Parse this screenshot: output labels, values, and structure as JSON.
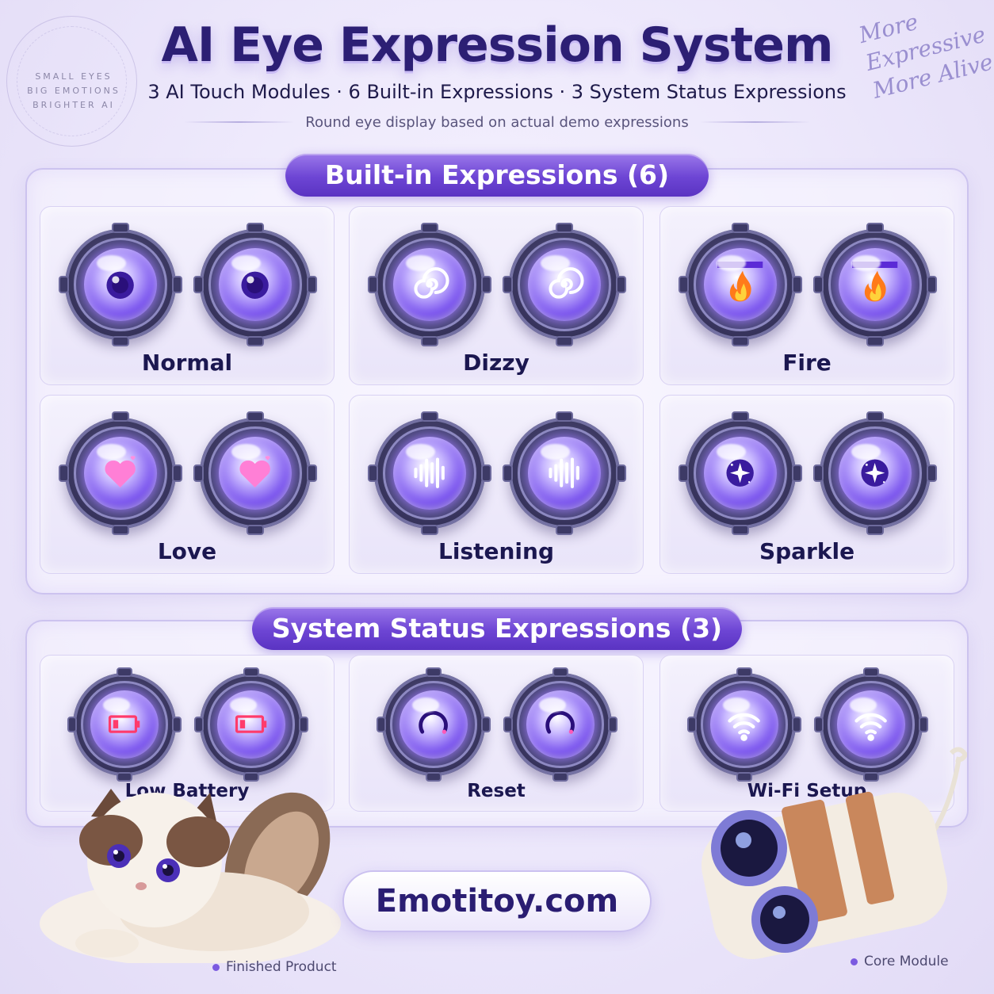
{
  "header": {
    "seal_lines": [
      "SMALL EYES",
      "BIG EMOTIONS",
      "BRIGHTER AI"
    ],
    "title": "AI Eye Expression System",
    "subtitle": "3 AI Touch Modules · 6 Built-in Expressions · 3 System Status Expressions",
    "tagline": "Round eye display based on actual demo expressions",
    "script_lines": [
      "More",
      "Expressive",
      "More Alive"
    ]
  },
  "builtin": {
    "heading": "Built-in Expressions (6)",
    "items": [
      {
        "label": "Normal",
        "icon": "pupil-icon"
      },
      {
        "label": "Dizzy",
        "icon": "spiral-icon"
      },
      {
        "label": "Fire",
        "icon": "flame-icon"
      },
      {
        "label": "Love",
        "icon": "heart-icon"
      },
      {
        "label": "Listening",
        "icon": "sound-wave-icon"
      },
      {
        "label": "Sparkle",
        "icon": "sparkle-icon"
      }
    ]
  },
  "status": {
    "heading": "System Status Expressions (3)",
    "items": [
      {
        "label": "Low Battery",
        "icon": "low-battery-icon"
      },
      {
        "label": "Reset",
        "icon": "reset-arc-icon"
      },
      {
        "label": "Wi-Fi Setup",
        "icon": "wifi-icon"
      }
    ]
  },
  "footer": {
    "website": "Emotitoy.com",
    "product_caption": "Finished Product",
    "module_caption": "Core Module"
  },
  "colors": {
    "accent": "#6d45d4",
    "title": "#2c1f74",
    "eye_glow": "#7b55ee",
    "alert": "#ff3b6b"
  }
}
